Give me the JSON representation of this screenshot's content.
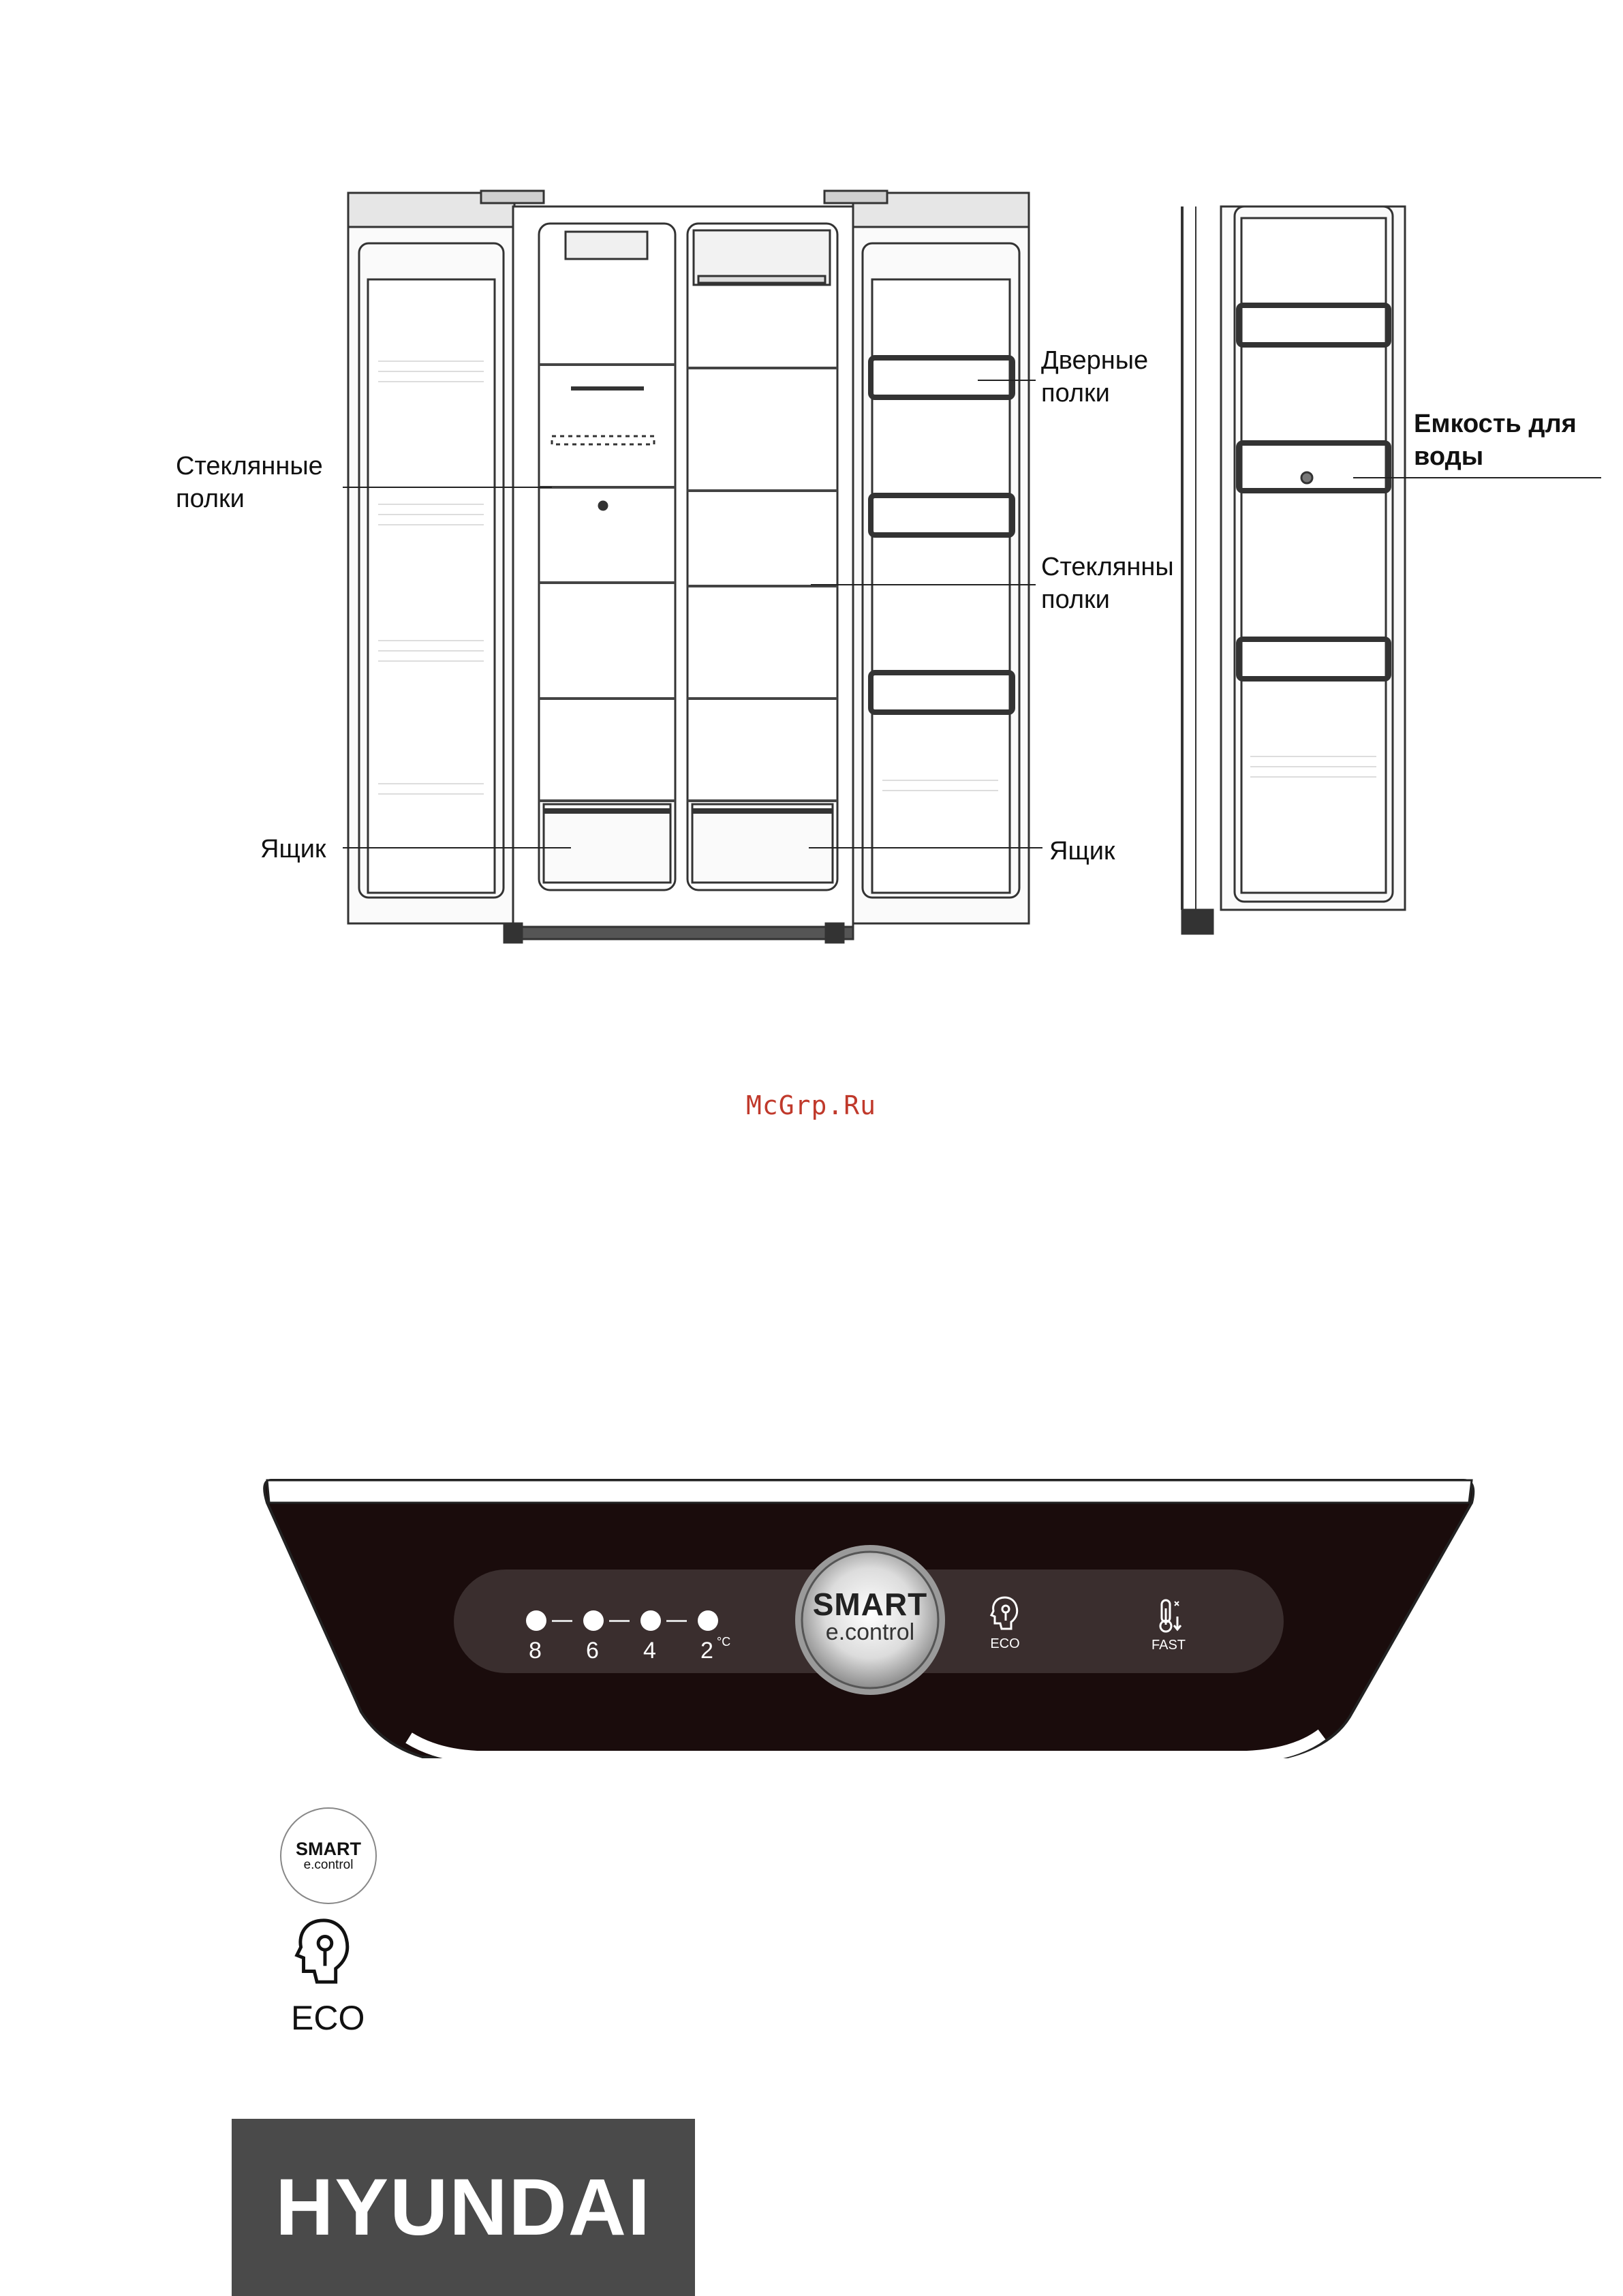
{
  "diagram": {
    "labels": {
      "glass_shelves_left": "Стеклянные\nполки",
      "drawer_left": "Ящик",
      "door_shelves": "Дверные\nполки",
      "glass_shelves_right": "Стеклянны\nполки",
      "drawer_right": "Ящик",
      "water_tank": "Емкость для\nводы"
    }
  },
  "watermark": "McGrp.Ru",
  "control_panel": {
    "temperatures": [
      "8",
      "6",
      "4",
      "2"
    ],
    "unit": "°C",
    "smart_title": "SMART",
    "smart_subtitle": "e.control",
    "eco_label": "ECO",
    "fast_label": "FAST"
  },
  "legend": {
    "smart_title": "SMART",
    "smart_subtitle": "e.control",
    "eco_label": "ECO"
  },
  "brand": "HYUNDAI"
}
